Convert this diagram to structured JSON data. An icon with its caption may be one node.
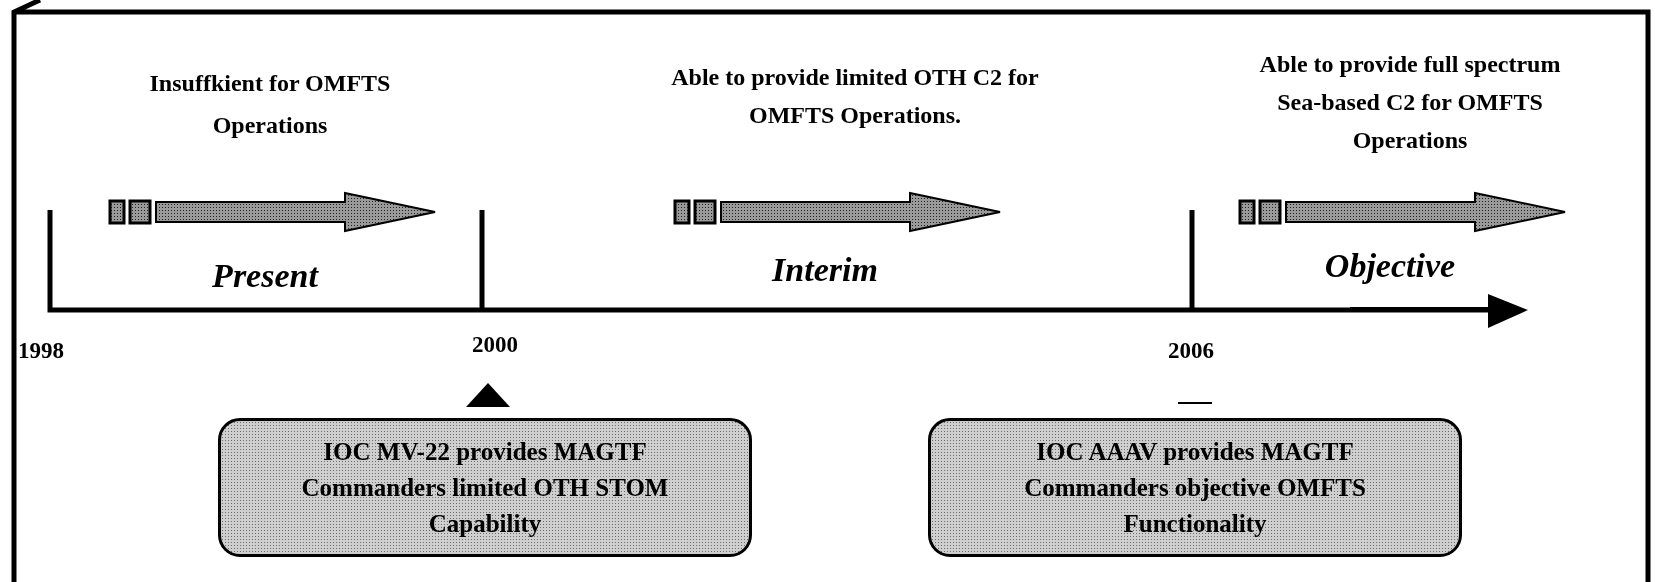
{
  "diagram": {
    "nodes": [
      {
        "text": [
          "IOC MV-22 provides MAGTF Commanders limited OTH STOM Capability"
        ]
      },
      {
        "text": [
          "IOC AAAV provides MAGTF Commanders objective OMFTS Functionality"
        ]
      }
    ],
    "labels": [
      "Insuffkient for OMFTS Operations",
      "Able to provide limited OTH C2 for OMFTS Operations.",
      "Able to provide full spectrum Sea-based C2 for OMFTS Operations",
      "Present",
      "Interim",
      "Objective",
      "1998",
      "2000",
      "2006"
    ]
  }
}
